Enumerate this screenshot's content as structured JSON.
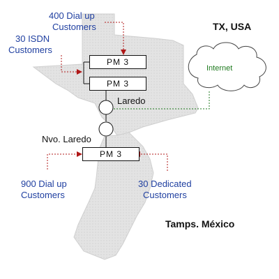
{
  "regions": {
    "tx_usa": "TX, USA",
    "tamps_mexico": "Tamps. México"
  },
  "cities": {
    "laredo": "Laredo",
    "nvo_laredo": "Nvo. Laredo"
  },
  "equipment": {
    "pm_top": "PM 3",
    "pm_middle": "PM 3",
    "pm_bottom": "PM 3"
  },
  "cloud": {
    "label": "Internet"
  },
  "customer_labels": {
    "dialup_400_line1": "400 Dial up",
    "dialup_400_line2": "Customers",
    "isdn_30_line1": "30 ISDN",
    "isdn_30_line2": "Customers",
    "dialup_900_line1": "900  Dial up",
    "dialup_900_line2": "Customers",
    "dedicated_30_line1": "30 Dedicated",
    "dedicated_30_line2": "Customers"
  },
  "colors": {
    "label_blue": "#1f3fa0",
    "arrow_red": "#b01818",
    "internet_green": "#1f7a1f",
    "map_fill": "#e2e2e2",
    "map_edge": "#cfcfcf"
  }
}
